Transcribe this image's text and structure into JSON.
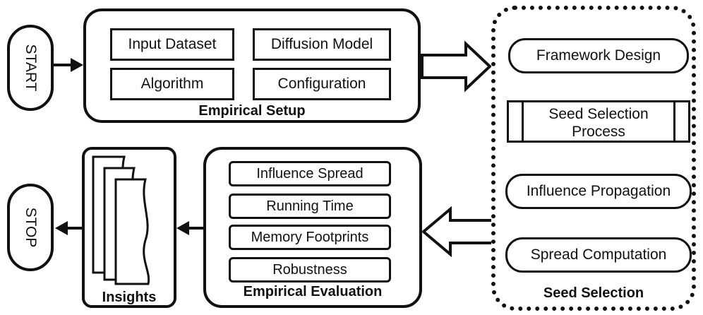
{
  "start_label": "START",
  "stop_label": "STOP",
  "setup": {
    "title": "Empirical Setup",
    "items": [
      "Input Dataset",
      "Diffusion Model",
      "Algorithm",
      "Configuration"
    ]
  },
  "seed": {
    "title": "Seed Selection",
    "steps": [
      "Framework Design",
      "Seed Selection Process",
      "Influence Propagation",
      "Spread Computation"
    ]
  },
  "evaluation": {
    "title": "Empirical Evaluation",
    "items": [
      "Influence Spread",
      "Running Time",
      "Memory Footprints",
      "Robustness"
    ]
  },
  "insights": {
    "title": "Insights"
  }
}
